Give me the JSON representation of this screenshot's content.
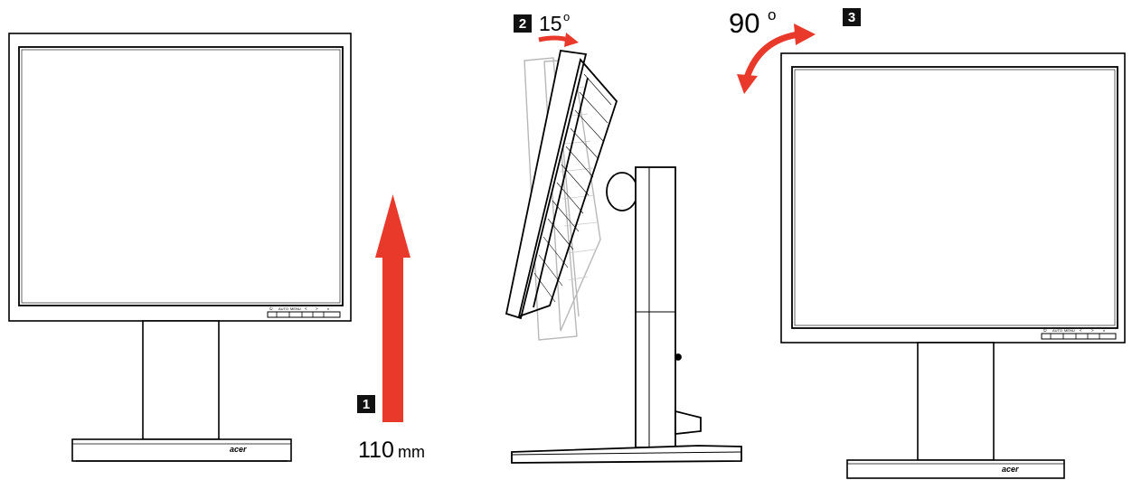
{
  "steps": [
    {
      "number": "1",
      "value": "110",
      "unit": "mm"
    },
    {
      "number": "2",
      "value": "15",
      "unit": "o"
    },
    {
      "number": "3",
      "value": "90",
      "unit": "o"
    }
  ],
  "brand": "acer",
  "button_glyphs": [
    "⏻",
    "AUTO",
    "MENU",
    "<",
    ">",
    "◐"
  ],
  "colors": {
    "arrow": "#e8392a",
    "line": "#000000",
    "ghost": "#b8b8b8",
    "badge": "#111111"
  },
  "icons": [
    "arrow-up-icon",
    "curved-arrow-right-icon",
    "rotate-arrow-icon"
  ]
}
